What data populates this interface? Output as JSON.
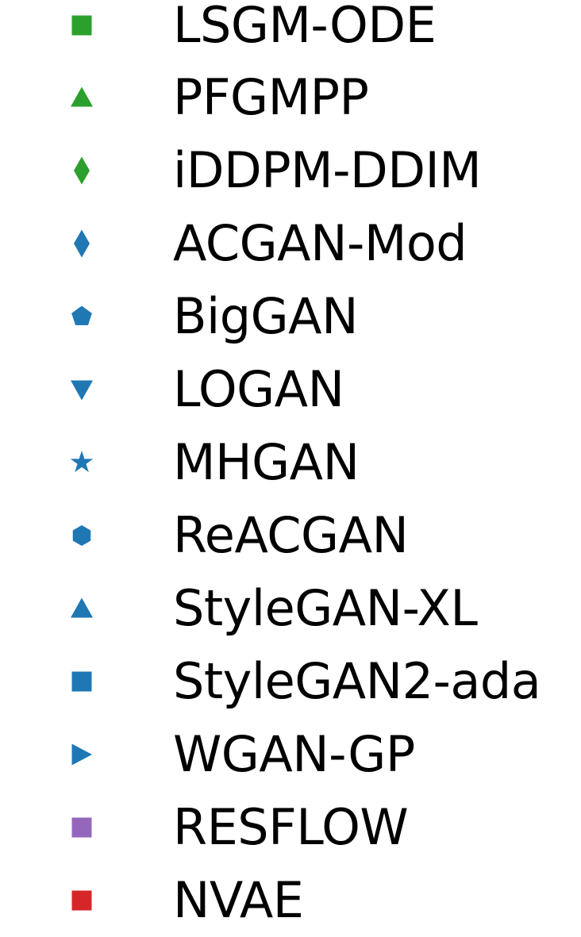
{
  "chart_data": {
    "type": "scatter",
    "legend_only": true,
    "title": "",
    "legend": {
      "position": "standalone-column",
      "background": "#ffffff",
      "entries": [
        {
          "label": "LSGM-ODE",
          "marker": "square",
          "color": "#2ca02c"
        },
        {
          "label": "PFGMPP",
          "marker": "triangle-up",
          "color": "#2ca02c"
        },
        {
          "label": "iDDPM-DDIM",
          "marker": "thin-diamond",
          "color": "#2ca02c"
        },
        {
          "label": "ACGAN-Mod",
          "marker": "thin-diamond",
          "color": "#1f77b4"
        },
        {
          "label": "BigGAN",
          "marker": "pentagon",
          "color": "#1f77b4"
        },
        {
          "label": "LOGAN",
          "marker": "triangle-down",
          "color": "#1f77b4"
        },
        {
          "label": "MHGAN",
          "marker": "star",
          "color": "#1f77b4"
        },
        {
          "label": "ReACGAN",
          "marker": "hexagon",
          "color": "#1f77b4"
        },
        {
          "label": "StyleGAN-XL",
          "marker": "triangle-up",
          "color": "#1f77b4"
        },
        {
          "label": "StyleGAN2-ada",
          "marker": "square",
          "color": "#1f77b4"
        },
        {
          "label": "WGAN-GP",
          "marker": "triangle-right",
          "color": "#1f77b4"
        },
        {
          "label": "RESFLOW",
          "marker": "square",
          "color": "#9467bd"
        },
        {
          "label": "NVAE",
          "marker": "square",
          "color": "#d62728"
        }
      ]
    }
  },
  "colors": {
    "background": "#ffffff",
    "text": "#000000",
    "green": "#2ca02c",
    "blue": "#1f77b4",
    "purple": "#9467bd",
    "red": "#d62728"
  }
}
